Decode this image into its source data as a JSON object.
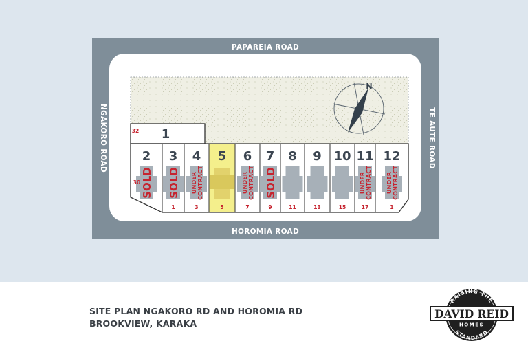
{
  "roads": {
    "north": "PAPAREIA ROAD",
    "south": "HOROMIA ROAD",
    "west": "NGAKORO ROAD",
    "east": "TE AUTE ROAD"
  },
  "compass": {
    "label": "N"
  },
  "lot_one": {
    "number": "1",
    "address": "32"
  },
  "side_address": "30",
  "lots": [
    {
      "number": "2",
      "status": "SOLD",
      "address": ""
    },
    {
      "number": "3",
      "status": "SOLD",
      "address": "1"
    },
    {
      "number": "4",
      "status": "UNDER CONTRACT",
      "address": "3"
    },
    {
      "number": "5",
      "status": "",
      "address": "5",
      "highlighted": true
    },
    {
      "number": "6",
      "status": "UNDER CONTRACT",
      "address": "7"
    },
    {
      "number": "7",
      "status": "SOLD",
      "address": "9"
    },
    {
      "number": "8",
      "status": "",
      "address": "11"
    },
    {
      "number": "9",
      "status": "",
      "address": "13"
    },
    {
      "number": "10",
      "status": "",
      "address": "15"
    },
    {
      "number": "11",
      "status": "UNDER CONTRACT",
      "address": "17"
    },
    {
      "number": "12",
      "status": "UNDER CONTRACT",
      "address": "1"
    }
  ],
  "caption": {
    "line1": "SITE PLAN  NGAKORO RD AND HOROMIA RD",
    "line2": "BROOKVIEW, KARAKA"
  },
  "logo": {
    "top_arc": "RAISING THE",
    "name": "DAVID REID",
    "sub": "HOMES",
    "bottom_arc": "STANDARD"
  },
  "colors": {
    "road": "#7f8e99",
    "status": "#c6242f",
    "highlight": "#f4ef8c",
    "building": "#a7b0b8",
    "reserve": "#eeeee2"
  }
}
